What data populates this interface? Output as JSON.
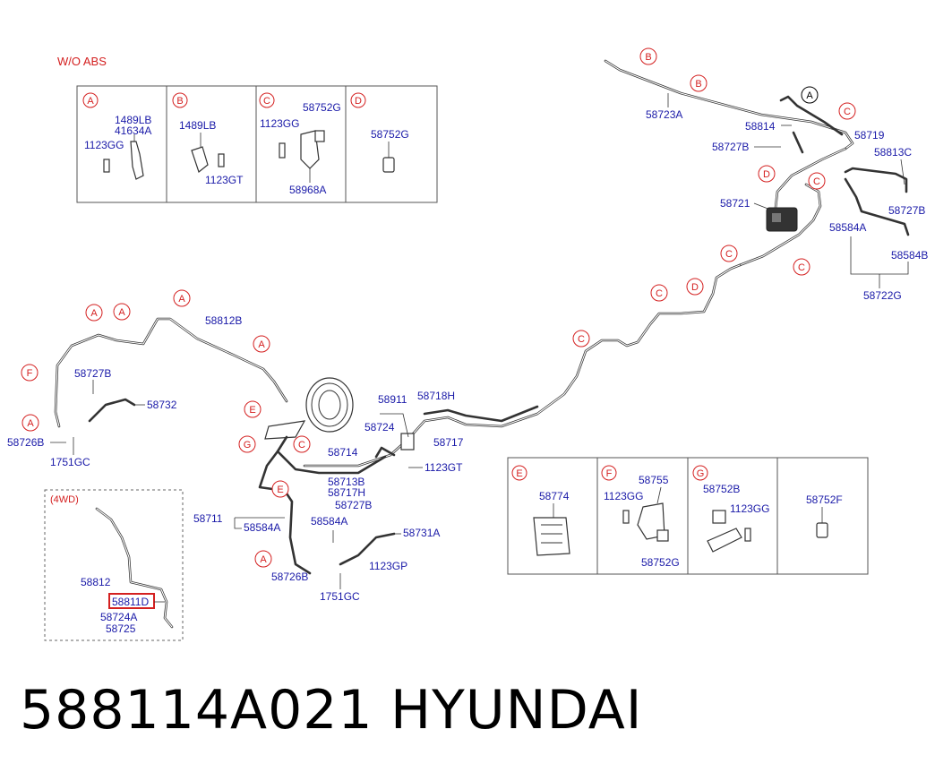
{
  "header": {
    "wo_abs": "W/O ABS",
    "fourwd": "(4WD)"
  },
  "footer": {
    "part_number": "588114A021",
    "brand": "HYUNDAI"
  },
  "colors": {
    "label": "#1a1aa8",
    "callout": "#d42020",
    "highlight": "#d42020",
    "line": "#333333"
  },
  "legend_top": {
    "A": {
      "tag": "A",
      "labels": [
        "1489LB",
        "41634A",
        "1123GG"
      ]
    },
    "B": {
      "tag": "B",
      "labels": [
        "1489LB",
        "1123GT"
      ]
    },
    "C": {
      "tag": "C",
      "labels": [
        "1123GG",
        "58752G",
        "58968A"
      ]
    },
    "D": {
      "tag": "D",
      "labels": [
        "58752G"
      ]
    }
  },
  "legend_bottom": {
    "E": {
      "tag": "E",
      "labels": [
        "58774"
      ]
    },
    "F": {
      "tag": "F",
      "labels": [
        "58755",
        "1123GG",
        "58752G"
      ]
    },
    "G": {
      "tag": "G",
      "labels": [
        "58752B",
        "1123GG"
      ]
    },
    "H": {
      "labels": [
        "58752F"
      ]
    }
  },
  "rear_labels": [
    "58723A",
    "58814",
    "58727B",
    "58719",
    "58813C",
    "58721",
    "58727B",
    "58584A",
    "58584B",
    "58722G"
  ],
  "rear_tags": [
    "B",
    "B",
    "A",
    "C",
    "D",
    "C",
    "C",
    "C",
    "D",
    "C",
    "C"
  ],
  "left_labels": [
    "58812B",
    "58727B",
    "58732",
    "58726B",
    "1751GC"
  ],
  "left_tags": [
    "A",
    "A",
    "A",
    "A",
    "F",
    "A"
  ],
  "center_labels": [
    "58911",
    "58718H",
    "58724",
    "58717",
    "58714",
    "1123GT",
    "58713B",
    "58717H",
    "58711",
    "58584A",
    "58584A",
    "58727B",
    "58731A",
    "58726B",
    "1123GP",
    "1751GC"
  ],
  "center_tags": [
    "E",
    "G",
    "C",
    "E",
    "A"
  ],
  "fourwd_labels": [
    "58812",
    "58811D",
    "58724A",
    "58725"
  ]
}
